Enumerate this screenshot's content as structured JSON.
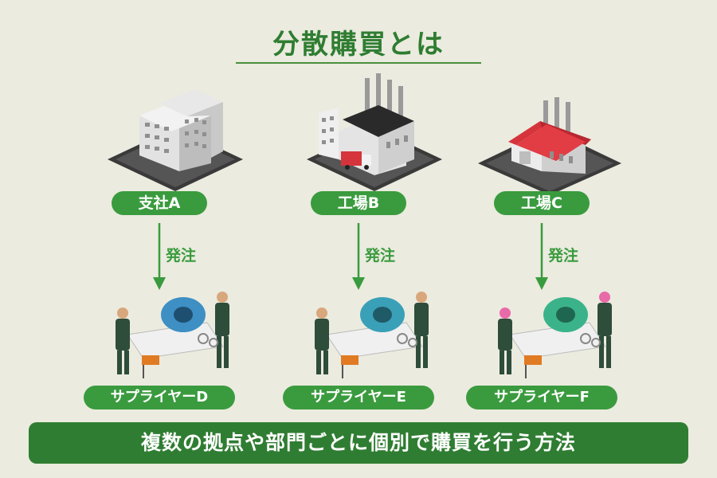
{
  "title": "分散購買とは",
  "order_label": "発注",
  "columns": [
    {
      "location": "支社A",
      "supplier": "サプライヤーD",
      "machine_color": "#3d8fc4"
    },
    {
      "location": "工場B",
      "supplier": "サプライヤーE",
      "machine_color": "#3aa0b8"
    },
    {
      "location": "工場C",
      "supplier": "サプライヤーF",
      "machine_color": "#3bb38a"
    }
  ],
  "footer": "複数の拠点や部門ごとに個別で購買を行う方法",
  "colors": {
    "accent": "#3a9b3e",
    "banner": "#2f7d32",
    "background": "#ebebdf",
    "roof_red": "#d6343c"
  }
}
